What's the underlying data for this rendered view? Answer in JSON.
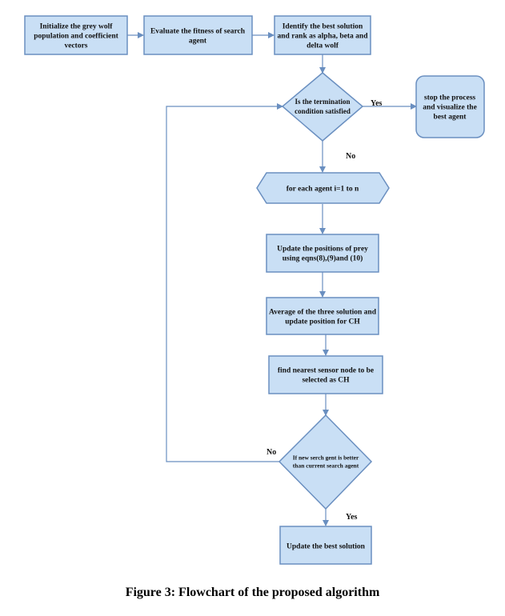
{
  "colors": {
    "node_fill": "#c9dff5",
    "node_stroke": "#6a8fc0",
    "edge": "#6a8fc0",
    "text": "#111111"
  },
  "nodes": {
    "init": [
      "Initialize the grey wolf",
      "population and coefficient",
      "vectors"
    ],
    "evaluate": [
      "Evaluate the fitness of search",
      "agent"
    ],
    "identify": [
      "Identify the best solution",
      "and rank as alpha, beta and",
      "delta wolf"
    ],
    "termination": [
      "Is the termination",
      "condition satisfied"
    ],
    "stop": [
      "stop the process",
      "and visualize the",
      "best agent"
    ],
    "loop": [
      "for each agent i=1 to n"
    ],
    "update_positions": [
      "Update the positions of prey",
      "using eqns(8),(9)and (10)"
    ],
    "average": [
      "Average of the three solution and",
      "update position for CH"
    ],
    "nearest": [
      "find nearest sensor node to be",
      "selected as CH"
    ],
    "decision": [
      "If new serch gent is better",
      "than current search agent"
    ],
    "update_best": [
      "Update  the best solution"
    ]
  },
  "edge_labels": {
    "termination_yes": "Yes",
    "termination_no": "No",
    "decision_no": "No",
    "decision_yes": "Yes"
  },
  "caption": "Figure 3: Flowchart of the proposed algorithm"
}
